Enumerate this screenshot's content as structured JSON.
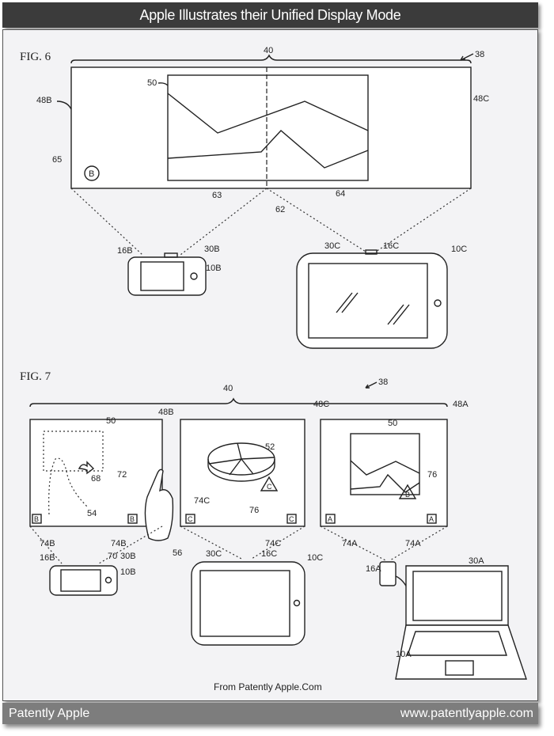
{
  "header": {
    "title": "Apple Illustrates their Unified Display Mode"
  },
  "footer": {
    "left": "Patently Apple",
    "right": "www.patentlyapple.com"
  },
  "credit": "From Patently Apple.Com",
  "fig6": {
    "title": "FIG. 6",
    "labels": {
      "n40": "40",
      "n38": "38",
      "n50": "50",
      "n48b": "48B",
      "n48c": "48C",
      "n65": "65",
      "b": "B",
      "n63": "63",
      "n64": "64",
      "n62": "62",
      "n16b": "16B",
      "n30b": "30B",
      "n10b": "10B",
      "n30c": "30C",
      "n16c": "16C",
      "n10c": "10C"
    }
  },
  "fig7": {
    "title": "FIG. 7",
    "labels": {
      "n40": "40",
      "n38": "38",
      "n48b": "48B",
      "n48c": "48C",
      "n48a": "48A",
      "n50a": "50",
      "n68": "68",
      "n72": "72",
      "n54": "54",
      "b": "B",
      "n74b": "74B",
      "n70": "70",
      "n56": "56",
      "n52": "52",
      "c": "C",
      "n74c": "74C",
      "n76": "76",
      "n50b": "50",
      "a": "A",
      "n74a": "74A",
      "n16b": "16B",
      "n30b": "30B",
      "n10b": "10B",
      "n30c": "30C",
      "n16c": "16C",
      "n10c": "10C",
      "n30a": "30A",
      "n16a": "16A",
      "n10a": "10A"
    }
  }
}
